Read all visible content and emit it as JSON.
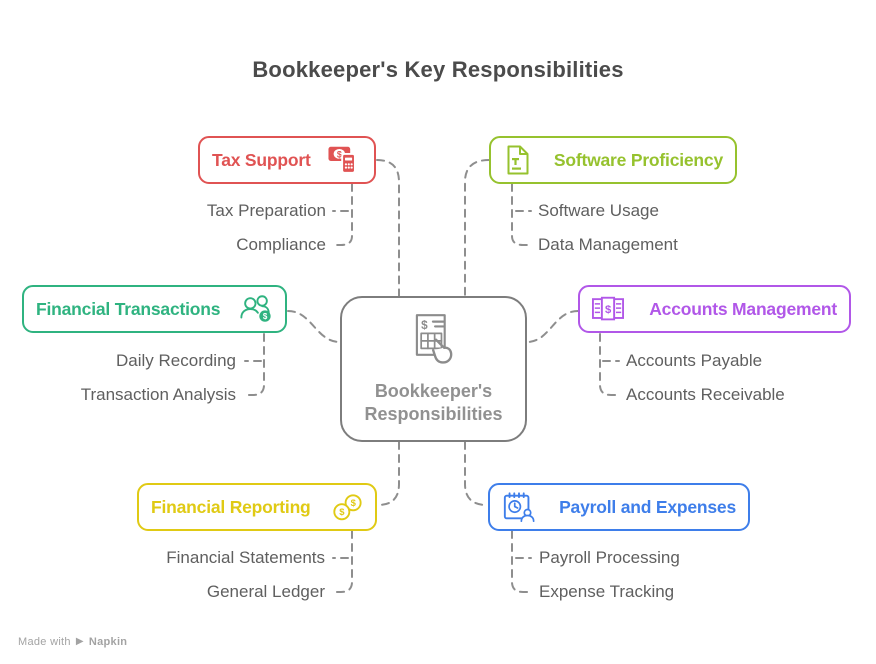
{
  "title": "Bookkeeper's Key Responsibilities",
  "center": {
    "label_line1": "Bookkeeper's",
    "label_line2": "Responsibilities",
    "icon": "invoice-hand-icon"
  },
  "branches": [
    {
      "id": "tax-support",
      "label": "Tax Support",
      "color": "#e05353",
      "icon": "tax-calculator-icon",
      "icon_side": "right",
      "children": [
        "Tax Preparation",
        "Compliance"
      ]
    },
    {
      "id": "software-proficiency",
      "label": "Software Proficiency",
      "color": "#96c22e",
      "icon": "document-icon",
      "icon_side": "left",
      "children": [
        "Software Usage",
        "Data Management"
      ]
    },
    {
      "id": "financial-transactions",
      "label": "Financial Transactions",
      "color": "#2fb380",
      "icon": "people-coin-icon",
      "icon_side": "right",
      "children": [
        "Daily Recording",
        "Transaction Analysis"
      ]
    },
    {
      "id": "accounts-management",
      "label": "Accounts Management",
      "color": "#b157e8",
      "icon": "ledger-icon",
      "icon_side": "left",
      "children": [
        "Accounts Payable",
        "Accounts Receivable"
      ]
    },
    {
      "id": "financial-reporting",
      "label": "Financial Reporting",
      "color": "#e0ca14",
      "icon": "coins-icon",
      "icon_side": "right",
      "children": [
        "Financial Statements",
        "General Ledger"
      ]
    },
    {
      "id": "payroll-expenses",
      "label": "Payroll and Expenses",
      "color": "#3e7eea",
      "icon": "payroll-calendar-icon",
      "icon_side": "left",
      "children": [
        "Payroll Processing",
        "Expense Tracking"
      ]
    }
  ],
  "watermark": {
    "made_with": "Made with",
    "brand": "Napkin"
  },
  "colors": {
    "background": "#ffffff",
    "title": "#4b4b4b",
    "sublabel": "#5f5f5f",
    "connector": "#8e8e8e",
    "center_border": "#7d7d7d",
    "center_text": "#919191",
    "center_icon": "#8c8c8c",
    "watermark": "#a3a3a3"
  }
}
